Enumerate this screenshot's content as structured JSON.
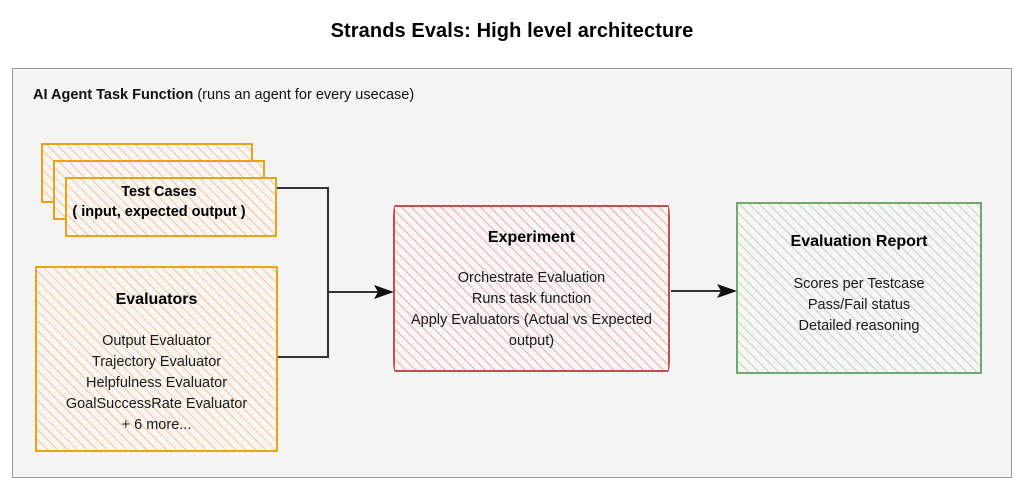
{
  "title": "Strands Evals: High level architecture",
  "container": {
    "header_bold": "AI Agent Task Function",
    "header_note": " (runs an agent for every usecase)"
  },
  "test_cases": {
    "title": "Test Cases",
    "subtitle": "( input, expected output )",
    "card_count": 3
  },
  "evaluators": {
    "title": "Evaluators",
    "items": [
      "Output Evaluator",
      "Trajectory Evaluator",
      "Helpfulness Evaluator",
      "GoalSuccessRate Evaluator",
      "+ 6 more..."
    ]
  },
  "experiment": {
    "title": "Experiment",
    "items": [
      "Orchestrate Evaluation",
      "Runs task function",
      "Apply Evaluators (Actual vs Expected output)"
    ]
  },
  "report": {
    "title": "Evaluation Report",
    "items": [
      "Scores per Testcase",
      "Pass/Fail status",
      "Detailed reasoning"
    ]
  },
  "colors": {
    "orange_border": "#e8a317",
    "red_border": "#c0504d",
    "green_border": "#6fa96f",
    "container_bg": "#f4f4f4",
    "container_border": "#9a9a9a",
    "connector": "#333333",
    "page_bg": "#ffffff"
  },
  "connectors": [
    {
      "name": "test-cases-to-experiment",
      "from": "test_cases",
      "to": "experiment"
    },
    {
      "name": "evaluators-to-experiment",
      "from": "evaluators",
      "to": "experiment"
    },
    {
      "name": "experiment-to-report",
      "from": "experiment",
      "to": "report"
    }
  ]
}
